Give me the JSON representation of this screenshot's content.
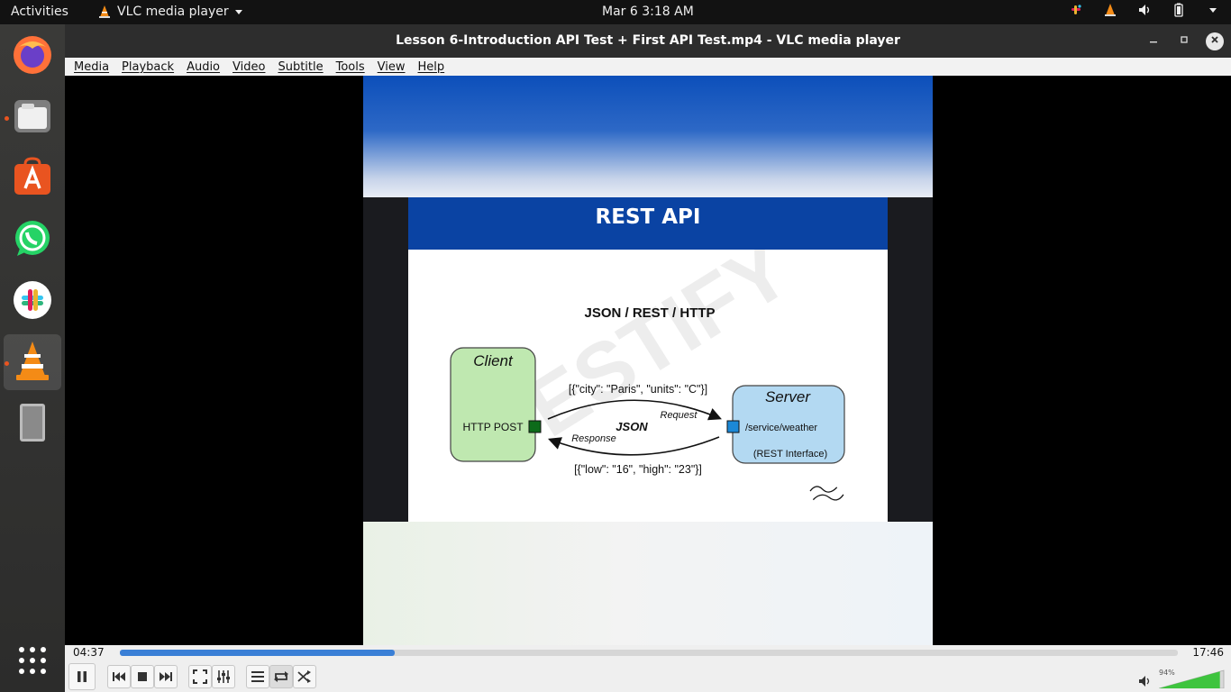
{
  "topbar": {
    "activities": "Activities",
    "app_name": "VLC media player",
    "clock": "Mar 6   3:18 AM"
  },
  "window": {
    "title": "Lesson 6-Introduction API Test + First API Test.mp4 - VLC media player"
  },
  "menu": [
    "Media",
    "Playback",
    "Audio",
    "Video",
    "Subtitle",
    "Tools",
    "View",
    "Help"
  ],
  "slide": {
    "header": "REST API",
    "subtitle": "JSON / REST / HTTP",
    "client_label": "Client",
    "client_method": "HTTP POST",
    "server_label": "Server",
    "server_path": "/service/weather",
    "server_interface": "(REST Interface)",
    "request_payload": "[{\"city\": \"Paris\", \"units\": \"C\"}]",
    "response_payload": "[{\"low\": \"16\", \"high\": \"23\"}]",
    "request_label": "Request",
    "response_label": "Response",
    "json_label": "JSON",
    "watermark": "TESTIFY",
    "signature": "Bironke Yakinni"
  },
  "playback": {
    "current_time": "04:37",
    "total_time": "17:46",
    "progress": 0.26,
    "volume_label": "94%",
    "volume": 0.94
  },
  "colors": {
    "accent": "#3a7fd6",
    "slide_header": "#0a43a3",
    "client_fill": "#bfe8b0",
    "server_fill": "#b3d9f2"
  }
}
